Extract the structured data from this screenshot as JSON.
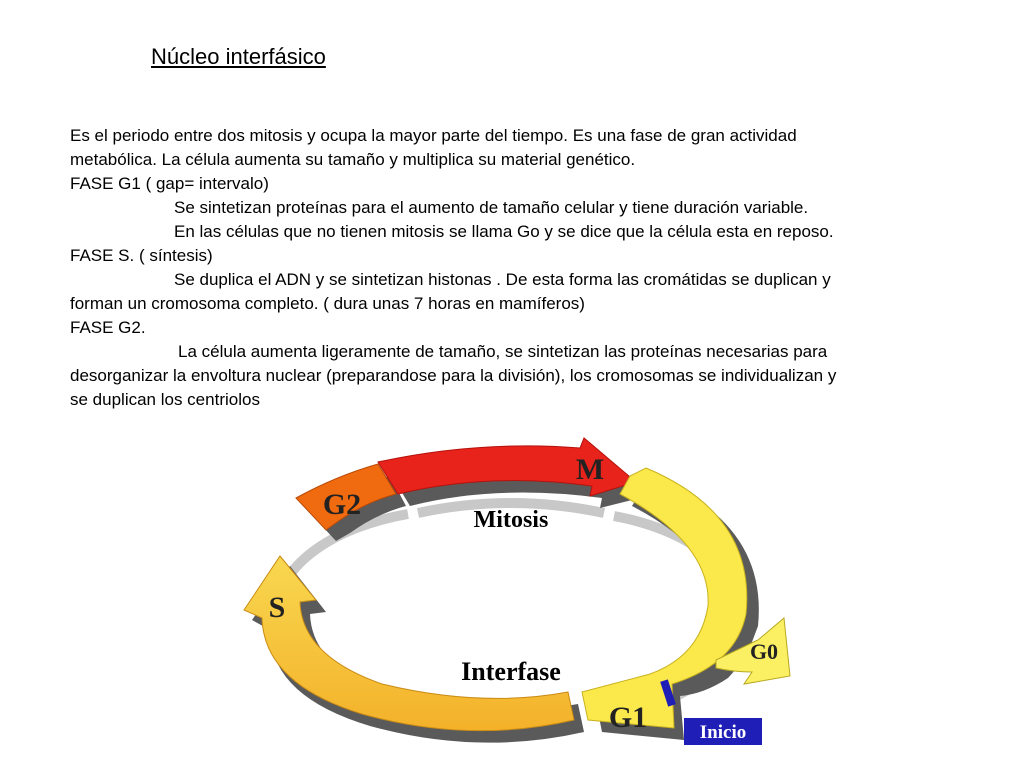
{
  "title": "Núcleo interfásico",
  "paragraphs": [
    "Es el periodo entre dos mitosis y ocupa la mayor parte del tiempo. Es una fase de gran actividad",
    "metabólica. La célula aumenta su tamaño y multiplica su material genético.",
    "FASE G1 ( gap= intervalo)",
    "Se sintetizan proteínas para el aumento de tamaño celular y tiene duración variable.",
    "En las células que no tienen mitosis se llama Go y se dice que la célula esta en reposo.",
    "FASE  S. ( síntesis)",
    "Se duplica el ADN y se sintetizan histonas . De esta forma las cromátidas se duplican y",
    "forman un cromosoma completo. ( dura unas 7 horas en mamíferos)",
    "FASE G2.",
    "La célula aumenta ligeramente de tamaño, se sintetizan las proteínas necesarias para",
    "desorganizar la envoltura nuclear (preparandose para la división), los cromosomas se individualizan y",
    "se duplican los centriolos"
  ],
  "diagram": {
    "labels": {
      "m": "M",
      "g2": "G2",
      "s": "S",
      "g0": "G0",
      "g1": "G1",
      "inicio": "Inicio",
      "mitosis": "Mitosis",
      "interfase": "Interfase"
    },
    "colors": {
      "m_phase": "#e8231b",
      "g2_phase": "#f06a10",
      "s_phase": "#f6b630",
      "g1_phase": "#fbe84a",
      "g0_arrow": "#fbf064",
      "inner_ring": "#c8c8c8",
      "inicio_box": "#1f1fb8",
      "shadow": "#5a5a5a"
    }
  }
}
